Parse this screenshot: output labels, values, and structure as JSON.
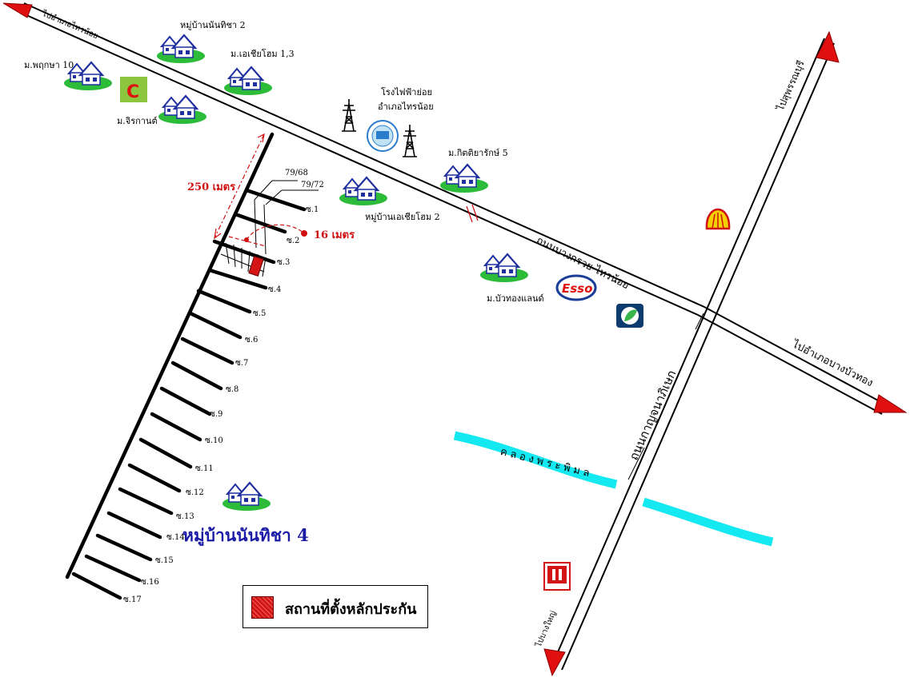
{
  "labels": {
    "to_sai_noi_top": "ไปอำเภอไทรน้อย",
    "village_nanticha_2": "หมู่บ้านนันทิชา 2",
    "village_asia_home_13": "ม.เอเชียโฮม 1,3",
    "village_pruksa_10": "ม.พฤกษา 10",
    "village_jiranan": "ม.จิรกานต์",
    "power_plant_line1": "โรงไฟฟ้าย่อย",
    "power_plant_line2": "อำเภอไทรน้อย",
    "village_kittiyarak_5": "ม.กิตติยารักษ์ 5",
    "village_asia_home_2": "หมู่บ้านเอเชียโฮม 2",
    "village_bua_thong_land": "ม.บัวทองแลนด์",
    "road_bang_kruai_sai_noi": "ถนนบางกรวย-ไทรน้อย",
    "road_kanchanaphisek": "ถนนกาญจนาภิเษก",
    "canal_phra_phimon": "คลองพระพิมล",
    "to_suphanburi": "ไปสุพรรณบุรี",
    "to_bang_bua_thong": "ไปอำเภอบางบัวทอง",
    "to_bang_yai": "ไปบางใหญ่",
    "distance_250": "250 เมตร",
    "distance_16": "16 เมตร",
    "house_no_1": "79/68",
    "house_no_2": "79/72",
    "village_nanticha_4": "หมู่บ้านนันทิชา 4"
  },
  "sois": [
    "ซ.1",
    "ซ.2",
    "ซ.3",
    "ซ.4",
    "ซ.5",
    "ซ.6",
    "ซ.7",
    "ซ.8",
    "ซ.9",
    "ซ.10",
    "ซ.11",
    "ซ.12",
    "ซ.13",
    "ซ.14",
    "ซ.15",
    "ซ.16",
    "ซ.17"
  ],
  "legend": {
    "label": "สถานที่ตั้งหลักประกัน"
  },
  "colors": {
    "house_roof": "#1f2fa0",
    "house_lawn": "#2dbb3a",
    "canal": "#14e8f0",
    "arrow": "#e01010",
    "marker_red": "#d41515",
    "village_big": "#1a1aa6"
  },
  "icons": [
    "house-icon",
    "power-tower-icon",
    "shell-logo-icon",
    "esso-logo-icon",
    "gas-station-logo-icon",
    "store-logo-icon",
    "egat-seal-icon"
  ]
}
